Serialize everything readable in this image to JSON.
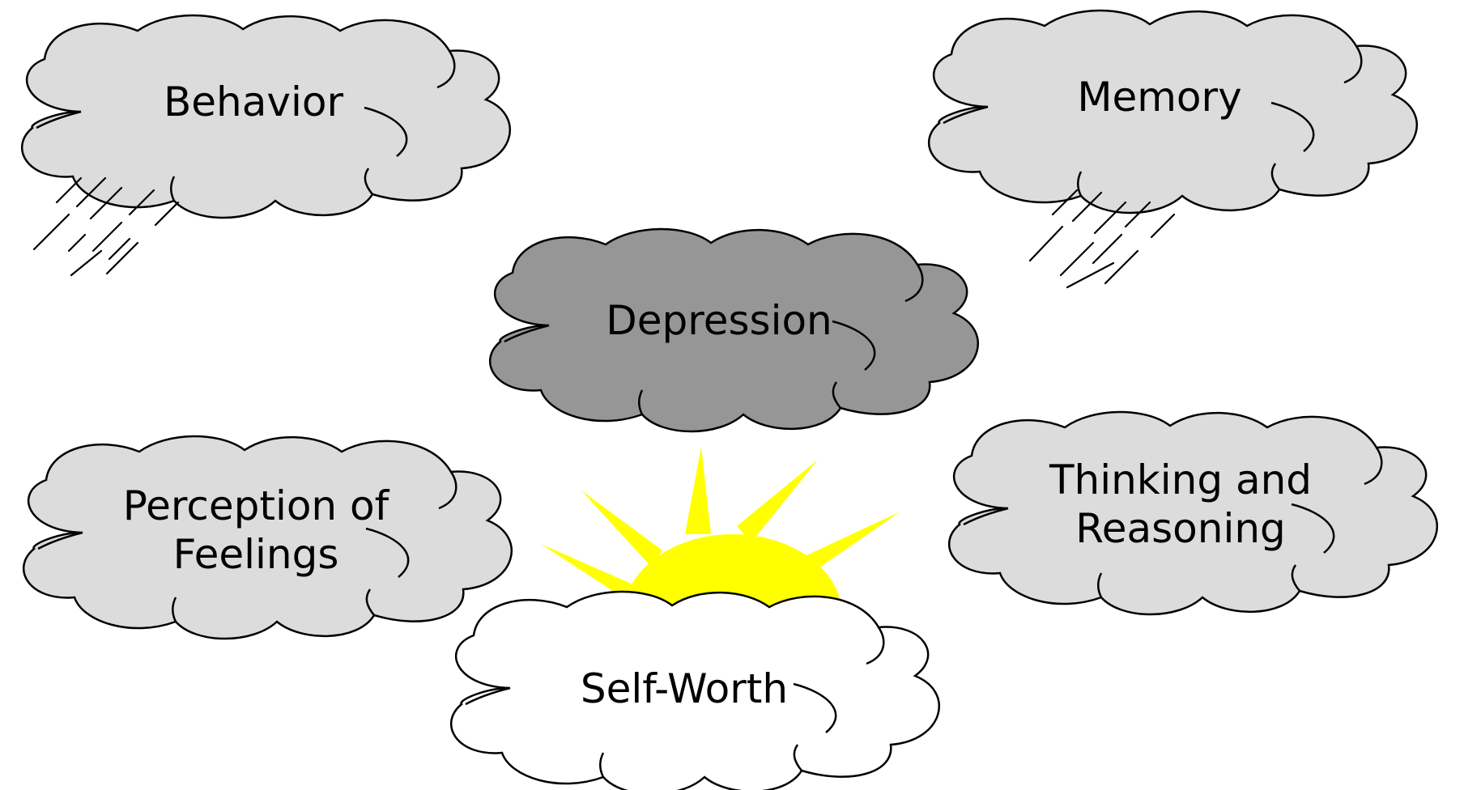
{
  "diagram": {
    "clouds": [
      {
        "id": "behavior",
        "label": "Behavior",
        "shade": "light",
        "rain": true
      },
      {
        "id": "memory",
        "label": "Memory",
        "shade": "light",
        "rain": true
      },
      {
        "id": "depression",
        "label": "Depression",
        "shade": "dark",
        "rain": false
      },
      {
        "id": "perception",
        "label_lines": [
          "Perception of",
          "Feelings"
        ],
        "shade": "light",
        "rain": false
      },
      {
        "id": "thinking",
        "label_lines": [
          "Thinking and",
          "Reasoning"
        ],
        "shade": "light",
        "rain": false
      },
      {
        "id": "selfworth",
        "label": "Self-Worth",
        "shade": "white",
        "rain": false
      }
    ],
    "colors": {
      "light_cloud": "#dcdcdc",
      "dark_cloud": "#969696",
      "white_cloud": "#ffffff",
      "sun": "#ffff00",
      "outline": "#000000"
    },
    "sun_icon": "sun-icon",
    "rain_icon": "rain-icon"
  }
}
